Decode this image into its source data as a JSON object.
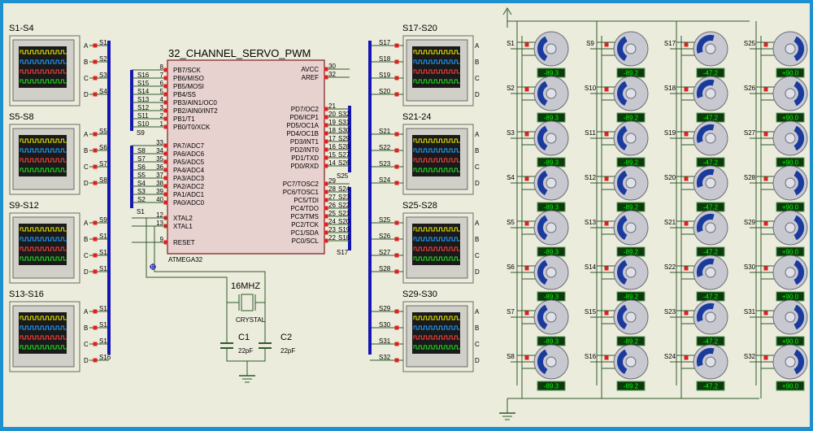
{
  "colors": {
    "background": "#ececdc",
    "border": "#1e90d0",
    "wire": "#2d5a2d",
    "bus": "#1515b4",
    "chip_fill": "#e8d2d0",
    "chip_border": "#7a1a1a",
    "pin_marker": "#e02020",
    "scope_screen": "#1a1a1a",
    "servo_horn": "#1a3a9e",
    "readout_bg": "#0b3b0b",
    "readout_text": "#00ff00"
  },
  "scopes": [
    {
      "title": "S1-S4",
      "channels": [
        "A",
        "B",
        "C",
        "D"
      ],
      "signals": [
        "S1",
        "S2",
        "S3",
        "S4"
      ]
    },
    {
      "title": "S5-S8",
      "channels": [
        "A",
        "B",
        "C",
        "D"
      ],
      "signals": [
        "S5",
        "S6",
        "S7",
        "S8"
      ]
    },
    {
      "title": "S9-S12",
      "channels": [
        "A",
        "B",
        "C",
        "D"
      ],
      "signals": [
        "S9",
        "S10",
        "S11",
        "S12"
      ]
    },
    {
      "title": "S13-S16",
      "channels": [
        "A",
        "B",
        "C",
        "D"
      ],
      "signals": [
        "S13",
        "S14",
        "S15",
        "S16"
      ]
    },
    {
      "title": "S17-S20",
      "channels": [
        "A",
        "B",
        "C",
        "D"
      ],
      "signals": [
        "S17",
        "S18",
        "S19",
        "S20"
      ]
    },
    {
      "title": "S21-24",
      "channels": [
        "A",
        "B",
        "C",
        "D"
      ],
      "signals": [
        "S21",
        "S22",
        "S23",
        "S24"
      ]
    },
    {
      "title": "S25-S28",
      "channels": [
        "A",
        "B",
        "C",
        "D"
      ],
      "signals": [
        "S25",
        "S26",
        "S27",
        "S28"
      ]
    },
    {
      "title": "S29-S30",
      "channels": [
        "A",
        "B",
        "C",
        "D"
      ],
      "signals": [
        "S29",
        "S30",
        "S31",
        "S32"
      ]
    }
  ],
  "mcu": {
    "name": "32_CHANNEL_SERVO_PWM",
    "part": "ATMEGA32",
    "bus_top": "S9",
    "bus_bottom": "S1",
    "bus_right": "S17",
    "bus_right_mid": "S25",
    "left_pins": [
      {
        "num": "8",
        "sig": "",
        "pin": "PB7/SCK"
      },
      {
        "num": "7",
        "sig": "S16",
        "pin": "PB6/MISO"
      },
      {
        "num": "6",
        "sig": "S15",
        "pin": "PB5/MOSI"
      },
      {
        "num": "5",
        "sig": "S14",
        "pin": "PB4/SS"
      },
      {
        "num": "4",
        "sig": "S13",
        "pin": "PB3/AIN1/OC0"
      },
      {
        "num": "3",
        "sig": "S12",
        "pin": "PB2/AIN0/INT2"
      },
      {
        "num": "2",
        "sig": "S11",
        "pin": "PB1/T1"
      },
      {
        "num": "1",
        "sig": "S10",
        "pin": "PB0/T0/XCK"
      },
      {
        "num": "33",
        "sig": "",
        "pin": "PA7/ADC7"
      },
      {
        "num": "34",
        "sig": "S8",
        "pin": "PA6/ADC6"
      },
      {
        "num": "35",
        "sig": "S7",
        "pin": "PA5/ADC5"
      },
      {
        "num": "36",
        "sig": "S6",
        "pin": "PA4/ADC4"
      },
      {
        "num": "37",
        "sig": "S5",
        "pin": "PA3/ADC3"
      },
      {
        "num": "38",
        "sig": "S4",
        "pin": "PA2/ADC2"
      },
      {
        "num": "39",
        "sig": "S3",
        "pin": "PA1/ADC1"
      },
      {
        "num": "40",
        "sig": "S2",
        "pin": "PA0/ADC0"
      },
      {
        "num": "12",
        "sig": "",
        "pin": "XTAL2"
      },
      {
        "num": "13",
        "sig": "",
        "pin": "XTAL1"
      },
      {
        "num": "9",
        "sig": "",
        "pin": "RESET"
      }
    ],
    "right_pins": [
      {
        "num": "30",
        "sig": "",
        "pin": "AVCC"
      },
      {
        "num": "32",
        "sig": "",
        "pin": "AREF"
      },
      {
        "num": "21",
        "sig": "",
        "pin": "PD7/OC2"
      },
      {
        "num": "20",
        "sig": "S32",
        "pin": "PD6/ICP1"
      },
      {
        "num": "19",
        "sig": "S31",
        "pin": "PD5/OC1A"
      },
      {
        "num": "18",
        "sig": "S30",
        "pin": "PD4/OC1B"
      },
      {
        "num": "17",
        "sig": "S29",
        "pin": "PD3/INT1"
      },
      {
        "num": "16",
        "sig": "S28",
        "pin": "PD2/INT0"
      },
      {
        "num": "15",
        "sig": "S27",
        "pin": "PD1/TXD"
      },
      {
        "num": "14",
        "sig": "S26",
        "pin": "PD0/RXD"
      },
      {
        "num": "29",
        "sig": "",
        "pin": "PC7/TOSC2"
      },
      {
        "num": "28",
        "sig": "S24",
        "pin": "PC6/TOSC1"
      },
      {
        "num": "27",
        "sig": "S23",
        "pin": "PC5/TDI"
      },
      {
        "num": "26",
        "sig": "S22",
        "pin": "PC4/TDO"
      },
      {
        "num": "25",
        "sig": "S21",
        "pin": "PC3/TMS"
      },
      {
        "num": "24",
        "sig": "S20",
        "pin": "PC2/TCK"
      },
      {
        "num": "23",
        "sig": "S19",
        "pin": "PC1/SDA"
      },
      {
        "num": "22",
        "sig": "S18",
        "pin": "PC0/SCL"
      }
    ]
  },
  "crystal": {
    "freq": "16MHZ",
    "name": "CRYSTAL"
  },
  "capacitors": [
    {
      "name": "C1",
      "value": "22pF"
    },
    {
      "name": "C2",
      "value": "22pF"
    }
  ],
  "servo_columns": [
    {
      "labels": [
        "S1",
        "S2",
        "S3",
        "S4",
        "S5",
        "S6",
        "S7",
        "S8"
      ],
      "readout": "-89.3",
      "angle_deg": -89.3
    },
    {
      "labels": [
        "S9",
        "S10",
        "S11",
        "S12",
        "S13",
        "S14",
        "S15",
        "S16"
      ],
      "readout": "-89.2",
      "angle_deg": -89.2
    },
    {
      "labels": [
        "S17",
        "S18",
        "S19",
        "S20",
        "S21",
        "S22",
        "S23",
        "S24"
      ],
      "readout": "-47.2",
      "angle_deg": -47.2
    },
    {
      "labels": [
        "S25",
        "S26",
        "S27",
        "S28",
        "S29",
        "S30",
        "S31",
        "S32"
      ],
      "readout": "+90.0",
      "angle_deg": 90.0
    }
  ]
}
